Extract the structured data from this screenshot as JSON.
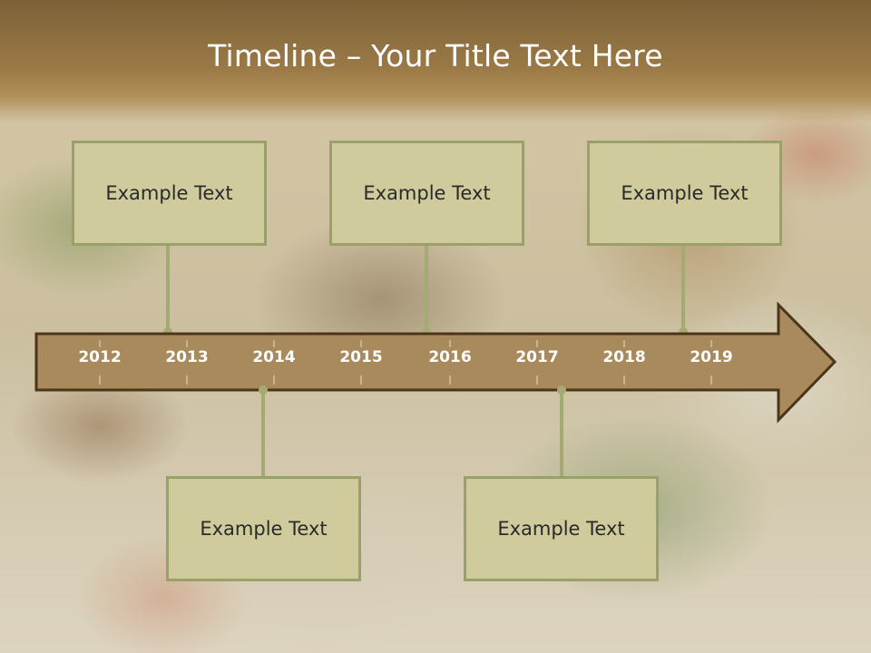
{
  "slide": {
    "title": "Timeline – Your Title Text Here"
  },
  "timeline": {
    "years": [
      "2012",
      "2013",
      "2014",
      "2015",
      "2016",
      "2017",
      "2018",
      "2019"
    ],
    "cards_top": [
      {
        "text": "Example Text"
      },
      {
        "text": "Example Text"
      },
      {
        "text": "Example Text"
      }
    ],
    "cards_bottom": [
      {
        "text": "Example Text"
      },
      {
        "text": "Example Text"
      }
    ]
  },
  "colors": {
    "banner": "#8a6c3f",
    "arrow_fill": "#a98a5c",
    "arrow_stroke": "#4a3518",
    "card_fill": "#cfcb9c",
    "card_border": "#9aa06a",
    "connector": "#a4ab72"
  }
}
